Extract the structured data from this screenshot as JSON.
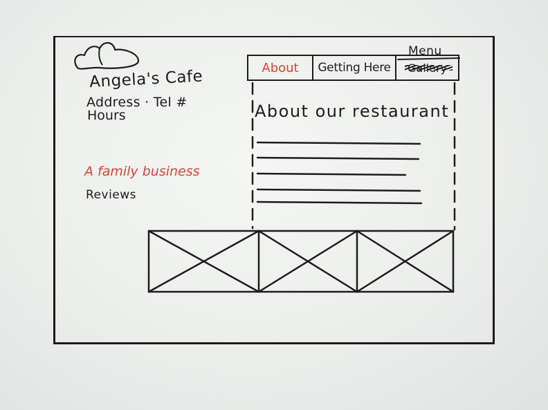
{
  "brand": {
    "name": "Angela's Cafe",
    "address_line": "Address · Tel #",
    "hours_line": "Hours",
    "logo_icon": "chef-hat-icon"
  },
  "sidebar": {
    "items": [
      {
        "label": "A family business",
        "active": true
      },
      {
        "label": "Reviews",
        "active": false
      }
    ]
  },
  "nav": {
    "tabs": [
      {
        "label": "About",
        "active": true
      },
      {
        "label": "Getting Here",
        "active": false
      },
      {
        "label": "Gallery",
        "active": false,
        "crossed_out": true
      }
    ],
    "replacement_note": "Menu"
  },
  "content": {
    "title": "About our restaurant",
    "placeholder_lines": 5
  },
  "gallery": {
    "placeholder_images": 3
  },
  "colors": {
    "ink": "#1d1b1c",
    "accent": "#d8423a",
    "paper": "#eceeec"
  }
}
